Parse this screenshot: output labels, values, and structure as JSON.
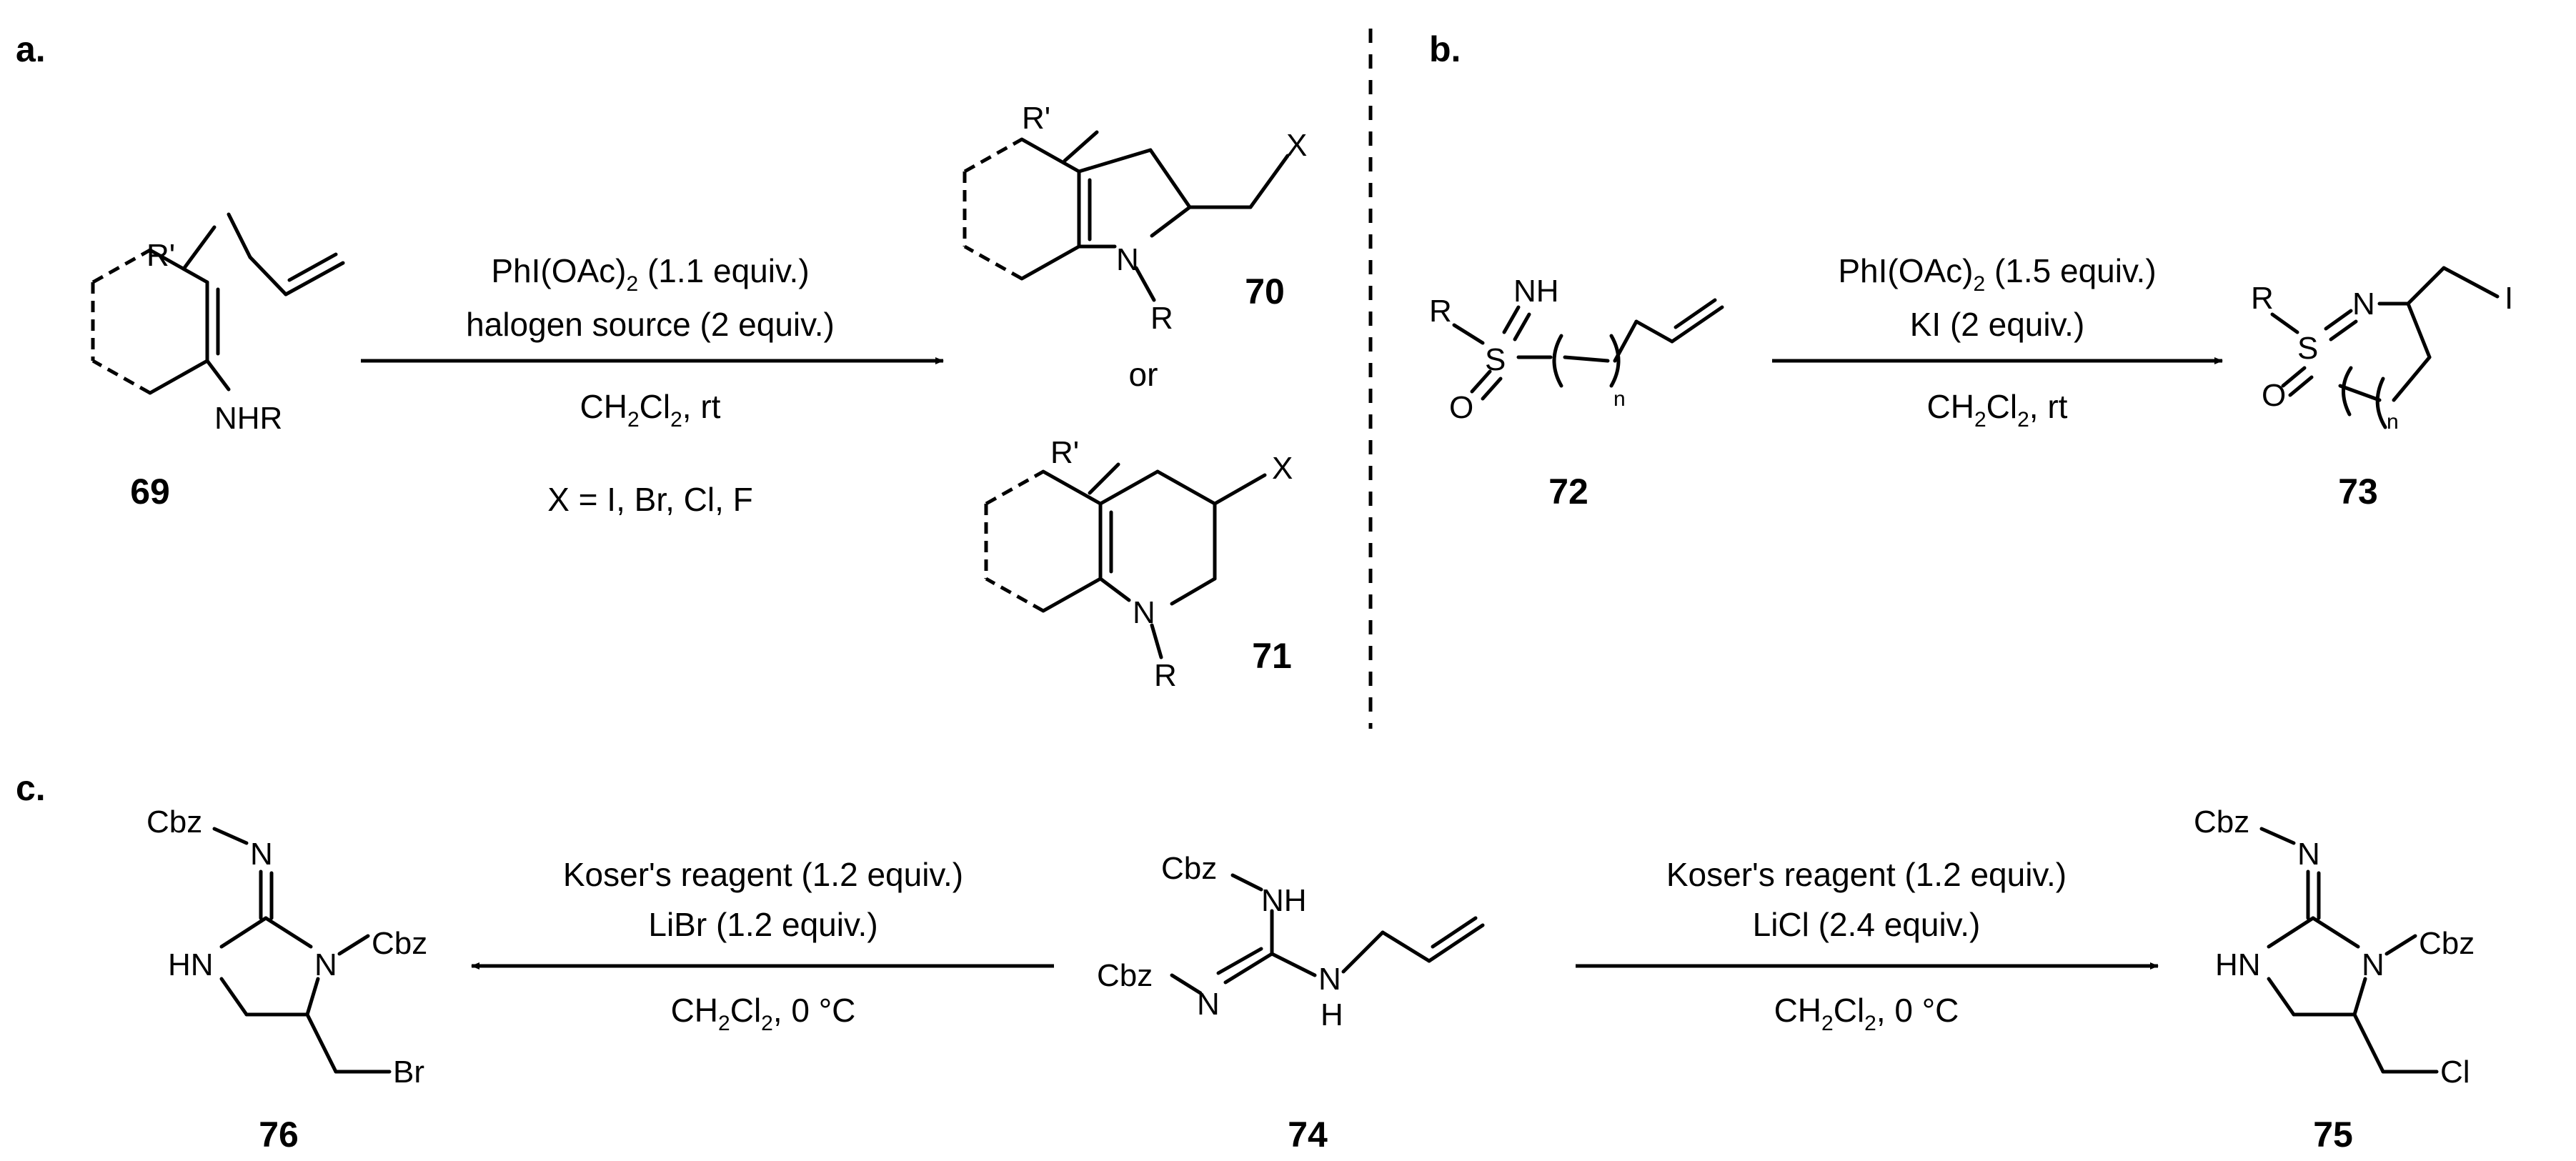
{
  "panels": {
    "a": {
      "label": "a.",
      "reagents": {
        "line1": "PhI(OAc)",
        "line1_sub": "2",
        "line1_tail": " (1.1 equiv.)",
        "line2": "halogen source (2 equiv.)",
        "solvent_pre": "CH",
        "solvent_sub1": "2",
        "solvent_mid": "Cl",
        "solvent_sub2": "2",
        "solvent_tail": ", rt",
        "scope": "X = I, Br, Cl, F"
      },
      "starting_material": {
        "id": "69",
        "sub_label": "R'",
        "amine": "NHR"
      },
      "products": {
        "p1": {
          "id": "70",
          "sub_label": "R'",
          "halogen": "X",
          "n_atom": "N",
          "n_sub": "R"
        },
        "connector": "or",
        "p2": {
          "id": "71",
          "sub_label": "R'",
          "halogen": "X",
          "n_atom": "N",
          "n_sub": "R"
        }
      }
    },
    "b": {
      "label": "b.",
      "reagents": {
        "line1": "PhI(OAc)",
        "line1_sub": "2",
        "line1_tail": " (1.5 equiv.)",
        "line2": "KI (2 equiv.)",
        "solvent_pre": "CH",
        "solvent_sub1": "2",
        "solvent_mid": "Cl",
        "solvent_sub2": "2",
        "solvent_tail": ", rt"
      },
      "starting_material": {
        "id": "72",
        "r": "R",
        "s": "S",
        "nh": "NH",
        "o": "O",
        "n": "n"
      },
      "product": {
        "id": "73",
        "r": "R",
        "s": "S",
        "n_atom": "N",
        "o": "O",
        "halogen": "I",
        "n": "n"
      }
    },
    "c": {
      "label": "c.",
      "left_reagents": {
        "line1": "Koser's reagent (1.2 equiv.)",
        "line2": "LiBr (1.2 equiv.)",
        "solvent_pre": "CH",
        "solvent_sub1": "2",
        "solvent_mid": "Cl",
        "solvent_sub2": "2",
        "solvent_tail": ", 0 °C"
      },
      "right_reagents": {
        "line1": "Koser's reagent (1.2 equiv.)",
        "line2": "LiCl (2.4 equiv.)",
        "solvent_pre": "CH",
        "solvent_sub1": "2",
        "solvent_mid": "Cl",
        "solvent_sub2": "2",
        "solvent_tail": ", 0 °C"
      },
      "starting_material": {
        "id": "74",
        "cbz1": "Cbz",
        "nh1": "NH",
        "cbz2": "Cbz",
        "n": "N",
        "n2": "N",
        "h": "H"
      },
      "product_left": {
        "id": "76",
        "cbz1": "Cbz",
        "n1": "N",
        "hn": "HN",
        "n2": "N",
        "cbz2": "Cbz",
        "halogen": "Br"
      },
      "product_right": {
        "id": "75",
        "cbz1": "Cbz",
        "n1": "N",
        "hn": "HN",
        "n2": "N",
        "cbz2": "Cbz",
        "halogen": "Cl"
      }
    }
  }
}
